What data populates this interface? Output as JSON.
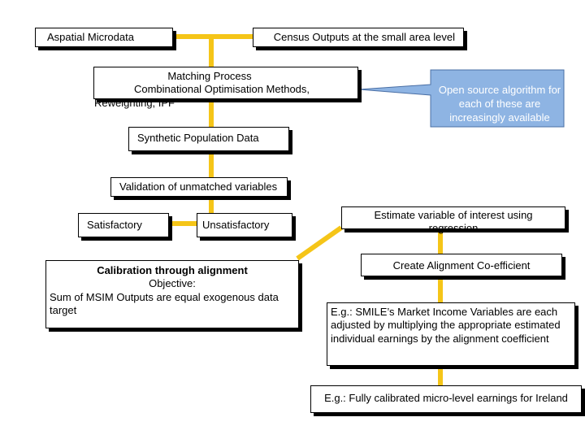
{
  "colors": {
    "connector": "#f5c518",
    "callout_fill": "#8eb4e3",
    "callout_border": "#4a6fa5",
    "box_border": "#000000"
  },
  "aspatial": {
    "label": "Aspatial Microdata"
  },
  "census": {
    "label": "Census Outputs at the small area level"
  },
  "matching": {
    "line1": "Matching Process",
    "line2": "Combinational Optimisation Methods,",
    "line3": "Reweighting, IPF"
  },
  "callout": {
    "text": "Open source algorithm for each of these are increasingly available"
  },
  "synthetic": {
    "label": "Synthetic Population Data"
  },
  "validation": {
    "label": "Validation of unmatched variables"
  },
  "satisfactory": {
    "label": "Satisfactory"
  },
  "unsatisfactory": {
    "label": "Unsatisfactory"
  },
  "calibration": {
    "title": "Calibration through alignment",
    "line2": "Objective:",
    "line3": "Sum of MSIM Outputs are equal exogenous data target"
  },
  "estimate": {
    "label": "Estimate variable of interest using regression"
  },
  "alignment": {
    "label": "Create Alignment Co-efficient"
  },
  "example1": {
    "label": "E.g.: SMILE’s Market Income Variables are each adjusted by multiplying the appropriate estimated individual earnings by the alignment coefficient"
  },
  "example2": {
    "label": "E.g.: Fully calibrated micro-level earnings for Ireland"
  }
}
